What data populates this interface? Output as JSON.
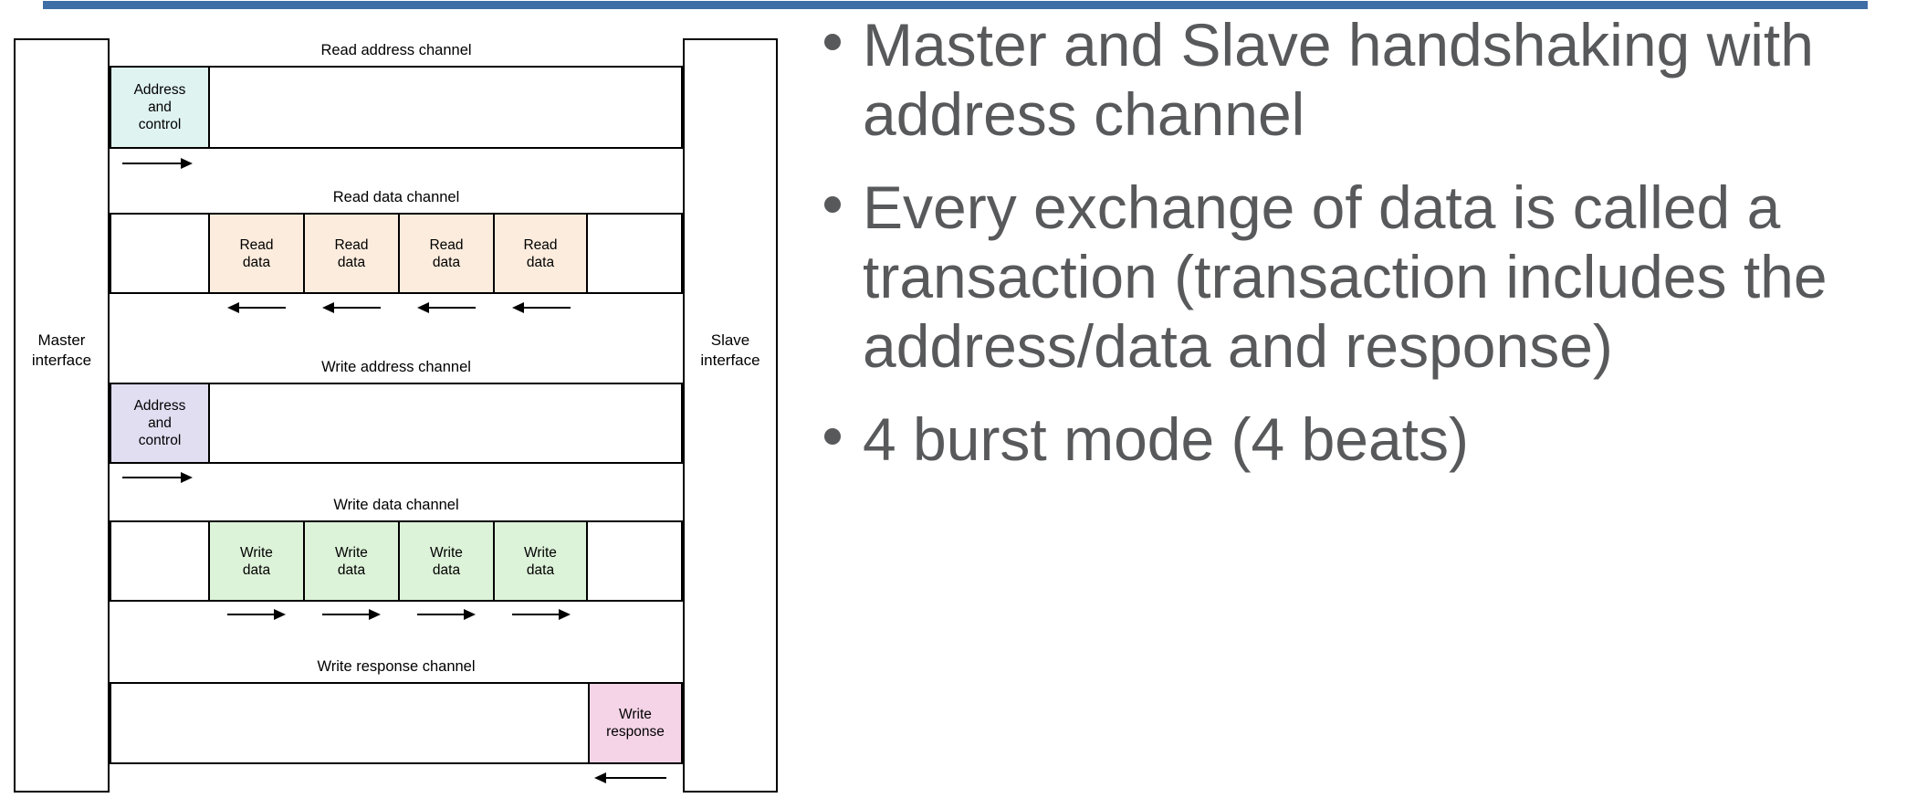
{
  "top_bar": {
    "color": "#3d6ea5"
  },
  "diagram": {
    "master_interface_label": "Master interface",
    "slave_interface_label": "Slave interface",
    "channels": [
      {
        "label": "Read address channel",
        "direction": "right",
        "boxes": [
          {
            "label": "Address\nand\ncontrol",
            "fill": "#dff3f1"
          }
        ]
      },
      {
        "label": "Read data channel",
        "direction": "left",
        "boxes": [
          {
            "label": "Read\ndata",
            "fill": "#fcecdd"
          },
          {
            "label": "Read\ndata",
            "fill": "#fcecdd"
          },
          {
            "label": "Read\ndata",
            "fill": "#fcecdd"
          },
          {
            "label": "Read\ndata",
            "fill": "#fcecdd"
          }
        ]
      },
      {
        "label": "Write address channel",
        "direction": "right",
        "boxes": [
          {
            "label": "Address\nand\ncontrol",
            "fill": "#e1def2"
          }
        ]
      },
      {
        "label": "Write data channel",
        "direction": "right",
        "boxes": [
          {
            "label": "Write\ndata",
            "fill": "#ddf3d9"
          },
          {
            "label": "Write\ndata",
            "fill": "#ddf3d9"
          },
          {
            "label": "Write\ndata",
            "fill": "#ddf3d9"
          },
          {
            "label": "Write\ndata",
            "fill": "#ddf3d9"
          }
        ]
      },
      {
        "label": "Write response channel",
        "direction": "left",
        "boxes": [
          {
            "label": "Write\nresponse",
            "fill": "#f5d4e7"
          }
        ]
      }
    ],
    "icons": {
      "right_arrow": "right-arrow-icon",
      "left_arrow": "left-arrow-icon"
    },
    "line_color": "#000000"
  },
  "bullets": {
    "text_color": "#58595b",
    "items": [
      {
        "text": "Master and Slave handshaking with address channel"
      },
      {
        "text": "Every exchange of data is called a transaction (transaction includes the address/data and response)"
      },
      {
        "text": "4 burst mode (4 beats)"
      }
    ]
  }
}
